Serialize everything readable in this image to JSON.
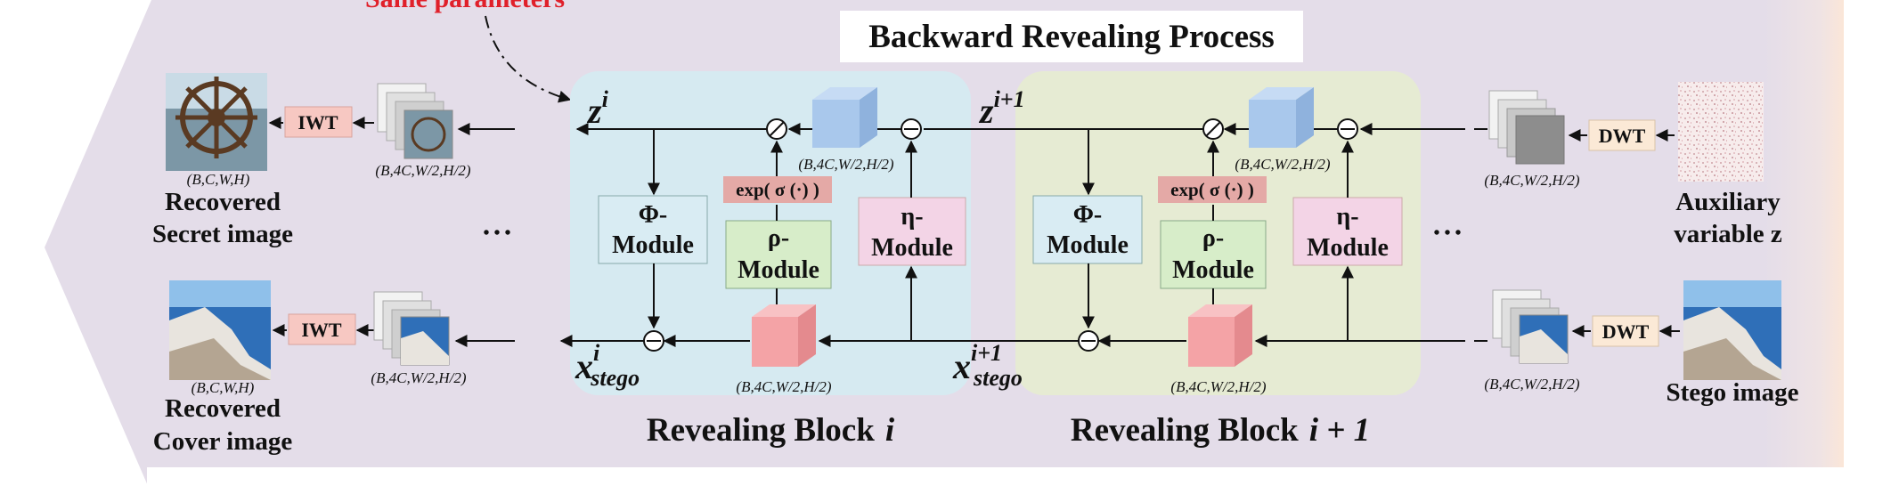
{
  "header": {
    "top_label": "Same parameters",
    "title": "Backward Revealing Process"
  },
  "blocks": [
    {
      "label_prefix": "Revealing Block",
      "label_index": "i",
      "phi": [
        "Φ-",
        "Module"
      ],
      "rho": [
        "ρ-",
        "Module"
      ],
      "eta": [
        "η-",
        "Module"
      ],
      "exp": "exp( σ (·) )",
      "dim_top": "(B,4C,W/2,H/2)",
      "dim_bottom": "(B,4C,W/2,H/2)",
      "z_base": "z",
      "z_sup": "i",
      "x_base": "x",
      "x_sup": "i",
      "x_sub": "stego"
    },
    {
      "label_prefix": "Revealing Block",
      "label_index": "i + 1",
      "phi": [
        "Φ-",
        "Module"
      ],
      "rho": [
        "ρ-",
        "Module"
      ],
      "eta": [
        "η-",
        "Module"
      ],
      "exp": "exp( σ (·) )",
      "dim_top": "(B,4C,W/2,H/2)",
      "dim_bottom": "(B,4C,W/2,H/2)",
      "z_base": "z",
      "z_sup": "i+1",
      "x_base": "x",
      "x_sup": "i+1",
      "x_sub": "stego"
    }
  ],
  "left": {
    "iwt": "IWT",
    "secret_dim": "(B,C,W,H)",
    "secret_stack_dim": "(B,4C,W/2,H/2)",
    "secret_label": [
      "Recovered",
      "Secret image"
    ],
    "cover_dim": "(B,C,W,H)",
    "cover_stack_dim": "(B,4C,W/2,H/2)",
    "cover_label": [
      "Recovered",
      "Cover image"
    ]
  },
  "right": {
    "dwt": "DWT",
    "aux_stack_dim": "(B,4C,W/2,H/2)",
    "aux_label": [
      "Auxiliary",
      "variable z"
    ],
    "stego_stack_dim": "(B,4C,W/2,H/2)",
    "stego_label": "Stego image"
  },
  "ellipsis": "• • •",
  "colors": {
    "background_arrow": "#e4dde9",
    "block_i": "#d6eaf1",
    "block_i1": "#e6ebd3",
    "phi_fill": "#d9ecf3",
    "rho_fill": "#d7edc9",
    "eta_fill": "#f3d4e6",
    "exp_fill": "#e4a9a6",
    "iwt_fill": "#f7c8c2",
    "dwt_fill": "#fbe9d6",
    "cube_blue": "#a9c8ec",
    "cube_red": "#f4a3a6",
    "title_red": "#e0202a"
  }
}
